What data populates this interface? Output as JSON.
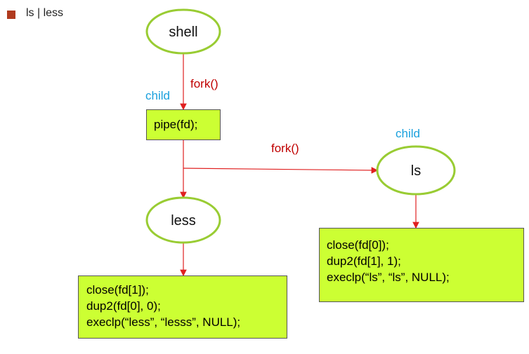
{
  "heading": {
    "text": "ls | less"
  },
  "nodes": {
    "shell": "shell",
    "less": "less",
    "ls": "ls"
  },
  "labels": {
    "fork_1": "fork()",
    "fork_2": "fork()",
    "child_1": "child",
    "child_2": "child"
  },
  "boxes": {
    "pipe": [
      "pipe(fd);"
    ],
    "less": [
      "close(fd[1]);",
      "dup2(fd[0], 0);",
      "execlp(“less”, “lesss”, NULL);"
    ],
    "ls": [
      "close(fd[0]);",
      "dup2(fd[1], 1);",
      "execlp(“ls”, “ls”, NULL);"
    ]
  },
  "colors": {
    "ellipse_border": "#99cc33",
    "arrow": "#e02020",
    "fork_label": "#c00000",
    "child_label": "#1aa0dd",
    "box_fill": "#ccff33"
  }
}
